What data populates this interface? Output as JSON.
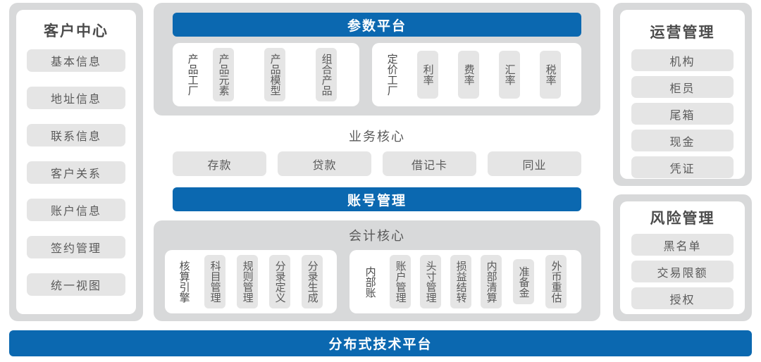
{
  "meta": {
    "accent_blue": "#0b68b0",
    "panel_gray": "#d8d9da",
    "chip_gray": "#e5e5e5",
    "text_gray": "#5a5a5a"
  },
  "left_column": {
    "title": "客户中心",
    "items": [
      {
        "label": "基本信息"
      },
      {
        "label": "地址信息"
      },
      {
        "label": "联系信息"
      },
      {
        "label": "客户关系"
      },
      {
        "label": "账户信息"
      },
      {
        "label": "签约管理"
      },
      {
        "label": "统一视图"
      }
    ]
  },
  "center_column": {
    "parameter_platform": {
      "banner": "参数平台",
      "groups": [
        {
          "label": "产品工厂",
          "items": [
            {
              "label": "产品元素"
            },
            {
              "label": "产品模型"
            },
            {
              "label": "组合产品"
            }
          ]
        },
        {
          "label": "定价工厂",
          "items": [
            {
              "label": "利率"
            },
            {
              "label": "费率"
            },
            {
              "label": "汇率"
            },
            {
              "label": "税率"
            }
          ]
        }
      ]
    },
    "business_core": {
      "title": "业务核心",
      "items": [
        {
          "label": "存款"
        },
        {
          "label": "贷款"
        },
        {
          "label": "借记卡"
        },
        {
          "label": "同业"
        }
      ]
    },
    "account_management": {
      "banner": "账号管理"
    },
    "accounting_core": {
      "title": "会计核心",
      "groups": [
        {
          "label": "核算引擎",
          "items": [
            {
              "label": "科目管理"
            },
            {
              "label": "规则管理"
            },
            {
              "label": "分录定义"
            },
            {
              "label": "分录生成"
            }
          ]
        },
        {
          "label": "内部账",
          "items": [
            {
              "label": "账户管理"
            },
            {
              "label": "头寸管理"
            },
            {
              "label": "损益结转"
            },
            {
              "label": "内部清算"
            },
            {
              "label": "准备金"
            },
            {
              "label": "外币重估"
            }
          ]
        }
      ]
    }
  },
  "right_column": {
    "operations": {
      "title": "运营管理",
      "items": [
        {
          "label": "机构"
        },
        {
          "label": "柜员"
        },
        {
          "label": "尾箱"
        },
        {
          "label": "现金"
        },
        {
          "label": "凭证"
        }
      ]
    },
    "risk": {
      "title": "风险管理",
      "items": [
        {
          "label": "黑名单"
        },
        {
          "label": "交易限额"
        },
        {
          "label": "授权"
        }
      ]
    }
  },
  "footer": {
    "banner": "分布式技术平台"
  }
}
